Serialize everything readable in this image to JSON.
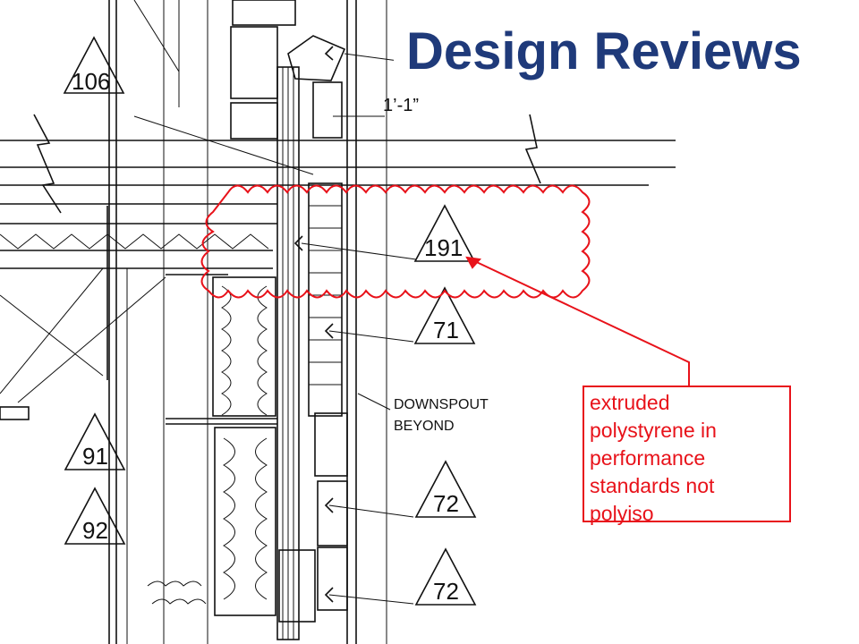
{
  "title": "Design Reviews",
  "colors": {
    "title": "#1f3a7a",
    "markup": "#e8121a",
    "linework": "#111111"
  },
  "dimension": "1’-1”",
  "keynotes": [
    "106",
    "191",
    "71",
    "91",
    "92",
    "72",
    "72"
  ],
  "callout": "DOWNSPOUT\nBEYOND",
  "callout_lines": [
    "DOWNSPOUT",
    "BEYOND"
  ],
  "markup_note": {
    "lines": [
      "extruded",
      "polystyrene in",
      "performance",
      "standards not",
      "polyiso"
    ]
  }
}
